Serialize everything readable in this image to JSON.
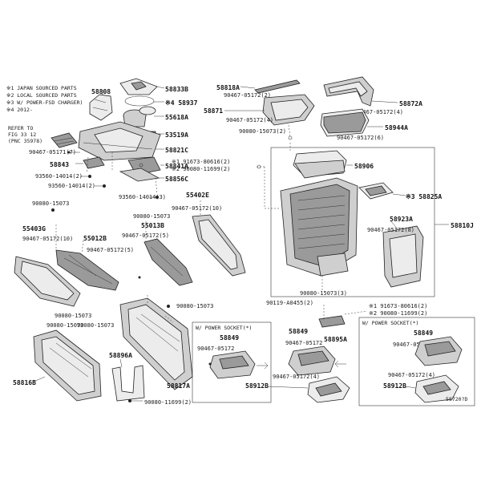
{
  "notes": {
    "line1": "※1 JAPAN SOURCED PARTS",
    "line2": "※2 LOCAL SOURCED PARTS",
    "line3": "※3 W/ POWER-FSD CHARGER)",
    "line4": "※4 2012-",
    "ref1": "REFER TO",
    "ref2": "FIG 33 12",
    "ref3": "(PNC 35978)"
  },
  "labels": {
    "p58808": "58808",
    "p58833B": "58833B",
    "p58937": "※4 58937",
    "p55618A": "55618A",
    "p53519A": "53519A",
    "p58821C": "58821C",
    "p90467_05171": "90467-05171(7)",
    "p58843": "58843",
    "p93560_14014_a": "93560-14014(2)",
    "p93560_14014_b": "93560-14014(2)",
    "p93560_14014_c": "93560-14014(3)",
    "p58841A": "58841A",
    "p58856C": "58856C",
    "p191673": "※1 91673-80616(2)",
    "p290080": "※2 90080-11699(2)",
    "p58818A": "58818A",
    "p90467_05172_2a": "90467-05172(2)",
    "p58871": "58871",
    "p90467_05172_4a": "90467-05172(4)",
    "p90080_15073_2": "90080-15073(2)",
    "p58872A": "58872A",
    "p90467_05172_4b": "90467-05172(4)",
    "p58944A": "58944A",
    "p90467_05172_6": "90467-05172(6)",
    "p58906": "58906",
    "p58825A": "※3 58825A",
    "p58923A": "58923A",
    "p58810J": "58810J",
    "p90467_05172_8": "90467-05172(8)",
    "p90080_15073_left": "90080-15073",
    "p55403G": "55403G",
    "p90467_05172_10a": "90467-05172(10)",
    "p55012B": "55012B",
    "p90467_05172_5a": "90467-05172(5)",
    "p90080_15073_mid": "90080-15073",
    "p90467_05172_10b": "90467-05172(10)",
    "p55402E": "55402E",
    "p55013B": "55013B",
    "p90467_05172_5b": "90467-05172(5)",
    "p90080_15073_3": "90080-15073(3)",
    "p90119_A0455": "90119-A0455(2)",
    "p191673_b": "※1 91673-80616(2)",
    "p290080_b": "※2 90080-11699(2)",
    "p58895A": "58895A",
    "p90080_15073_lo1": "90080-15073",
    "p90080_15073_lo2": "90080-15073",
    "p90080_15073_lo3": "90080-15073",
    "p90080_15073_lo4": "90080-15073",
    "p58816B": "58816B",
    "p58896A": "58896A",
    "p58817A": "58817A",
    "p90080_11699_2": "90080-11699(2)",
    "w_heading_left": "W/ POWER SOCKET(*)",
    "p58849_a": "58849",
    "p90467_05172_a": "90467-05172",
    "p90467_05172_4c": "90467-05172(4)",
    "p58912B_a": "58912B",
    "p58849_b": "58849",
    "w_heading_right": "W/ POWER SOCKET(*)",
    "p58849_c": "58849",
    "p90467_05172_b": "90467-05172",
    "p90467_05172_4d": "90467-05172(4)",
    "p58912B_b": "58912B",
    "footer_code": "58720?D"
  }
}
